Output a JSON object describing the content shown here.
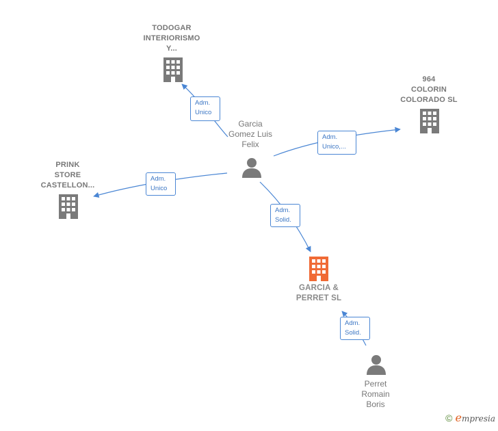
{
  "colors": {
    "edge": "#4a86d4",
    "company": "#7a7a7a",
    "company_main": "#f06a35",
    "person": "#7a7a7a",
    "label_text": "#777777"
  },
  "nodes": {
    "todogar": {
      "type": "company",
      "lines": [
        "TODOGAR",
        "INTERIORISMO",
        "Y..."
      ],
      "icon": "building-icon"
    },
    "colorin": {
      "type": "company",
      "lines": [
        "964",
        "COLORIN",
        "COLORADO  SL"
      ],
      "icon": "building-icon"
    },
    "prink": {
      "type": "company",
      "lines": [
        "PRINK",
        "STORE",
        "CASTELLON..."
      ],
      "icon": "building-icon"
    },
    "garcia_perret": {
      "type": "company",
      "lines": [
        "GARCIA &",
        "PERRET  SL"
      ],
      "icon": "building-icon",
      "highlighted": true
    },
    "garcia_gomez": {
      "type": "person",
      "lines": [
        "Garcia",
        "Gomez Luis",
        "Felix"
      ],
      "icon": "person-icon"
    },
    "perret": {
      "type": "person",
      "lines": [
        "Perret",
        "Romain",
        "Boris"
      ],
      "icon": "person-icon"
    }
  },
  "edges": {
    "e_todogar": {
      "lines": [
        "Adm.",
        "Unico"
      ]
    },
    "e_colorin": {
      "lines": [
        "Adm.",
        "Unico,..."
      ]
    },
    "e_prink": {
      "lines": [
        "Adm.",
        "Unico"
      ]
    },
    "e_garcia_perret": {
      "lines": [
        "Adm.",
        "Solid."
      ]
    },
    "e_perret": {
      "lines": [
        "Adm.",
        "Solid."
      ]
    }
  },
  "footer": {
    "copyright_symbol": "©",
    "brand_initial": "e",
    "brand_rest": "mpresia"
  }
}
